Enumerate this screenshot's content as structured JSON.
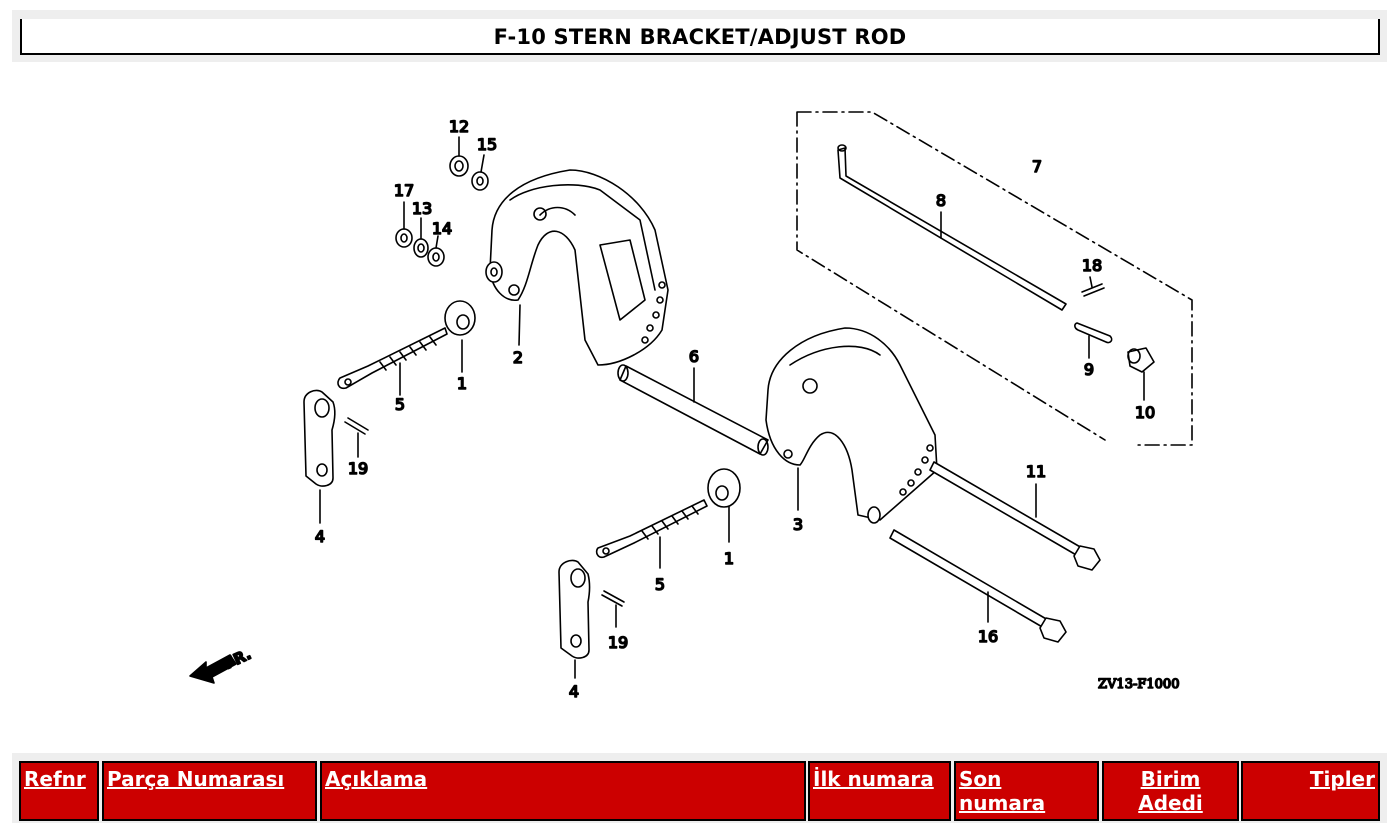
{
  "page": {
    "title": "F-10 STERN BRACKET/ADJUST ROD"
  },
  "diagram": {
    "callouts": [
      "12",
      "15",
      "17",
      "13",
      "14",
      "2",
      "1",
      "5",
      "19",
      "4",
      "6",
      "7",
      "8",
      "18",
      "9",
      "10",
      "3",
      "11",
      "1",
      "5",
      "19",
      "4",
      "16"
    ],
    "front_marker": "FR.",
    "drawing_code": "ZV13-F1000"
  },
  "table": {
    "headers": [
      "Refnr",
      "Parça Numarası",
      "Açıklama",
      "İlk numara",
      "Son numara",
      "Birim Adedi",
      "Tipler"
    ]
  },
  "colors": {
    "header_bg": "#cc0000",
    "header_text": "#ffffff",
    "frame_bg": "#eeeeee"
  }
}
